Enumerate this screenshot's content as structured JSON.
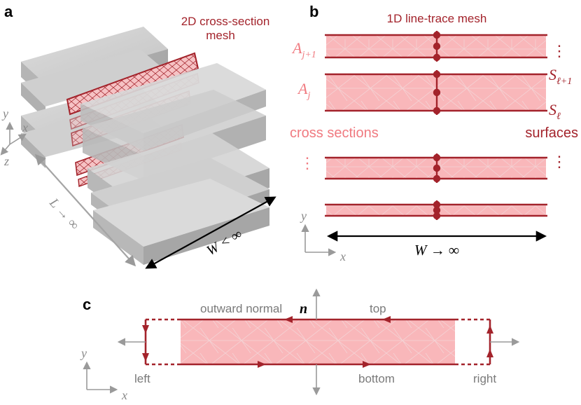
{
  "panel_a": {
    "letter": "a",
    "mesh_label_line1": "2D cross-section",
    "mesh_label_line2": "mesh",
    "axis_y": "y",
    "axis_x": "x",
    "axis_z": "z",
    "length_label": "L → ∞",
    "width_label": "W < ∞"
  },
  "panel_b": {
    "letter": "b",
    "title": "1D line-trace mesh",
    "a_upper_base": "A",
    "a_upper_sub": "j+1",
    "a_lower_base": "A",
    "a_lower_sub": "j",
    "s_upper_base": "S",
    "s_upper_sub": "ℓ+1",
    "s_lower_base": "S",
    "s_lower_sub": "ℓ",
    "cross_sections": "cross sections",
    "surfaces": "surfaces",
    "dots": "⋮",
    "axis_y": "y",
    "axis_x": "x",
    "width_label": "W → ∞"
  },
  "panel_c": {
    "letter": "c",
    "normal_label": "outward normal",
    "normal_symbol": "n",
    "top": "top",
    "bottom": "bottom",
    "left": "left",
    "right": "right",
    "axis_y": "y",
    "axis_x": "x"
  },
  "colors": {
    "mesh_fill": "#f9b7ba",
    "mesh_dark": "#a3232b",
    "mesh_line": "#f3d0d2",
    "pink_text": "#f07a80",
    "grey_block": "#bdbdbd"
  }
}
